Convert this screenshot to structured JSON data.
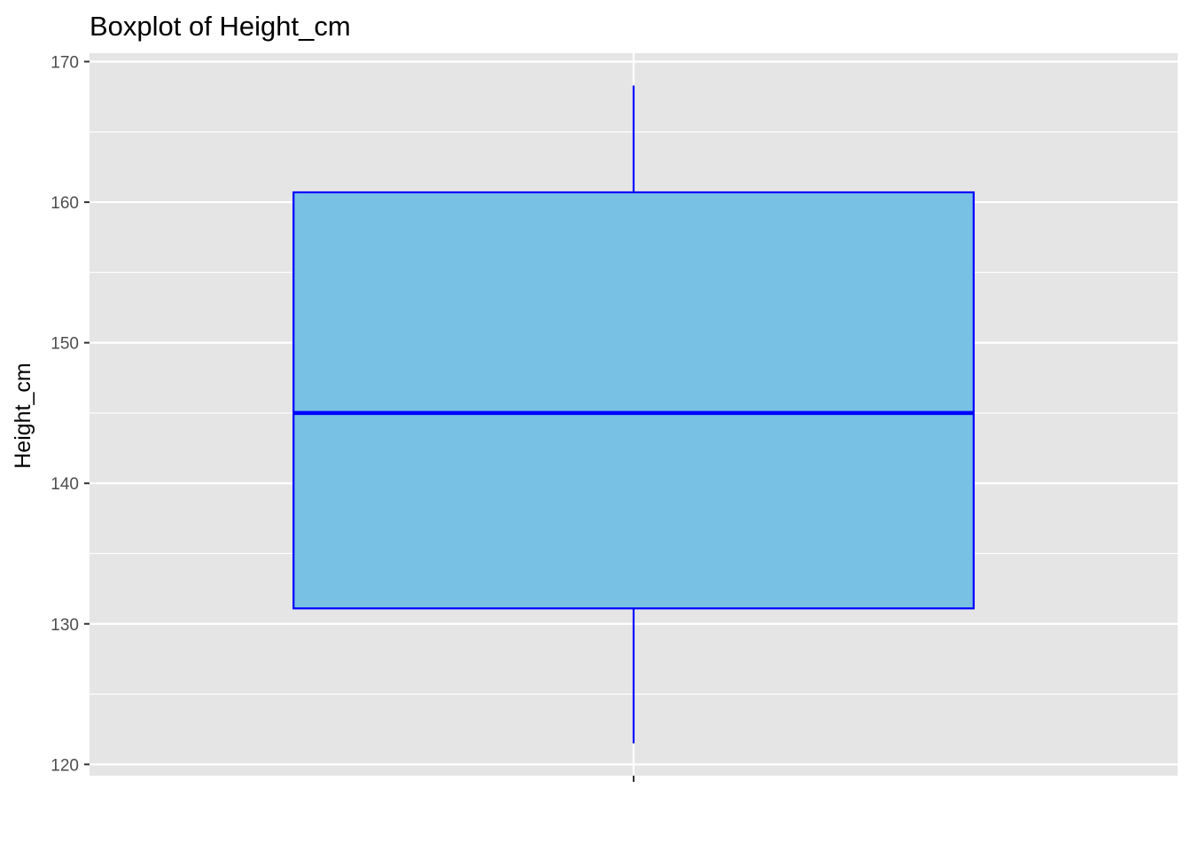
{
  "chart_data": {
    "type": "boxplot",
    "title": "Boxplot of Height_cm",
    "ylabel": "Height_cm",
    "xlabel": "",
    "ylim": [
      119.2,
      170.6
    ],
    "y_ticks": [
      120,
      130,
      140,
      150,
      160,
      170
    ],
    "y_tick_labels": [
      "120",
      "130",
      "140",
      "150",
      "160",
      "170"
    ],
    "grid": true,
    "colors": {
      "panel_background": "#e5e5e5",
      "grid": "#ffffff",
      "box_fill": "#79c1e4",
      "box_outline": "#0000ff"
    },
    "boxes": [
      {
        "min": 121.5,
        "q1": 131.1,
        "median": 145.0,
        "q3": 160.7,
        "max": 168.3
      }
    ]
  }
}
